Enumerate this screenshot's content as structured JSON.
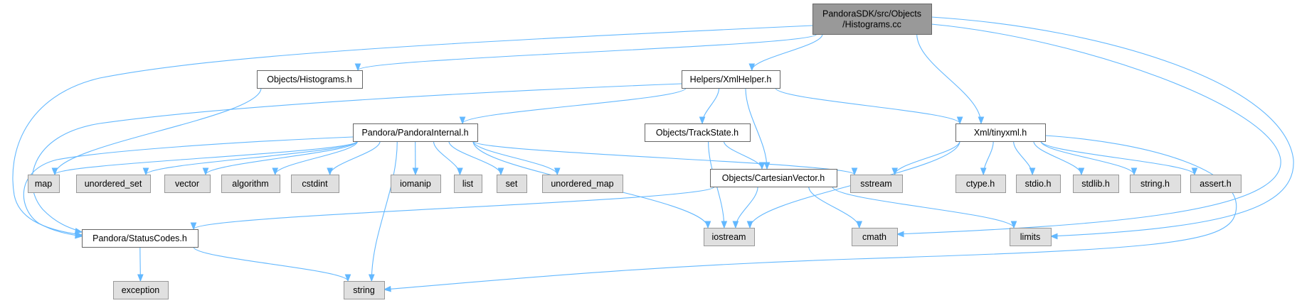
{
  "diagram": {
    "type": "include-dependency-graph",
    "colors": {
      "edge": "#63b8ff",
      "root_fill": "#999999",
      "root_stroke": "#666666",
      "local_fill": "#ffffff",
      "local_stroke": "#666666",
      "system_fill": "#e0e0e0",
      "system_stroke": "#999999"
    },
    "nodes": [
      {
        "id": "root",
        "kind": "root",
        "lines": [
          "PandoraSDK/src/Objects",
          "/Histograms.cc"
        ]
      },
      {
        "id": "objects-histograms-h",
        "kind": "local",
        "lines": [
          "Objects/Histograms.h"
        ]
      },
      {
        "id": "helpers-xmlhelper-h",
        "kind": "local",
        "lines": [
          "Helpers/XmlHelper.h"
        ]
      },
      {
        "id": "pandora-pandorainternal-h",
        "kind": "local",
        "lines": [
          "Pandora/PandoraInternal.h"
        ]
      },
      {
        "id": "objects-trackstate-h",
        "kind": "local",
        "lines": [
          "Objects/TrackState.h"
        ]
      },
      {
        "id": "xml-tinyxml-h",
        "kind": "local",
        "lines": [
          "Xml/tinyxml.h"
        ]
      },
      {
        "id": "objects-cartesianvector-h",
        "kind": "local",
        "lines": [
          "Objects/CartesianVector.h"
        ]
      },
      {
        "id": "pandora-statuscodes-h",
        "kind": "local",
        "lines": [
          "Pandora/StatusCodes.h"
        ]
      },
      {
        "id": "map",
        "kind": "system",
        "lines": [
          "map"
        ]
      },
      {
        "id": "unordered-set",
        "kind": "system",
        "lines": [
          "unordered_set"
        ]
      },
      {
        "id": "vector",
        "kind": "system",
        "lines": [
          "vector"
        ]
      },
      {
        "id": "algorithm",
        "kind": "system",
        "lines": [
          "algorithm"
        ]
      },
      {
        "id": "cstdint",
        "kind": "system",
        "lines": [
          "cstdint"
        ]
      },
      {
        "id": "iomanip",
        "kind": "system",
        "lines": [
          "iomanip"
        ]
      },
      {
        "id": "list",
        "kind": "system",
        "lines": [
          "list"
        ]
      },
      {
        "id": "set",
        "kind": "system",
        "lines": [
          "set"
        ]
      },
      {
        "id": "unordered-map",
        "kind": "system",
        "lines": [
          "unordered_map"
        ]
      },
      {
        "id": "sstream",
        "kind": "system",
        "lines": [
          "sstream"
        ]
      },
      {
        "id": "ctype-h",
        "kind": "system",
        "lines": [
          "ctype.h"
        ]
      },
      {
        "id": "stdio-h",
        "kind": "system",
        "lines": [
          "stdio.h"
        ]
      },
      {
        "id": "stdlib-h",
        "kind": "system",
        "lines": [
          "stdlib.h"
        ]
      },
      {
        "id": "string-h",
        "kind": "system",
        "lines": [
          "string.h"
        ]
      },
      {
        "id": "assert-h",
        "kind": "system",
        "lines": [
          "assert.h"
        ]
      },
      {
        "id": "iostream",
        "kind": "system",
        "lines": [
          "iostream"
        ]
      },
      {
        "id": "cmath",
        "kind": "system",
        "lines": [
          "cmath"
        ]
      },
      {
        "id": "limits",
        "kind": "system",
        "lines": [
          "limits"
        ]
      },
      {
        "id": "exception",
        "kind": "system",
        "lines": [
          "exception"
        ]
      },
      {
        "id": "string",
        "kind": "system",
        "lines": [
          "string"
        ]
      }
    ],
    "edges": [
      [
        "root",
        "objects-histograms-h"
      ],
      [
        "root",
        "helpers-xmlhelper-h"
      ],
      [
        "root",
        "xml-tinyxml-h"
      ],
      [
        "root",
        "pandora-statuscodes-h"
      ],
      [
        "root",
        "cmath"
      ],
      [
        "root",
        "limits"
      ],
      [
        "objects-histograms-h",
        "map"
      ],
      [
        "helpers-xmlhelper-h",
        "pandora-pandorainternal-h"
      ],
      [
        "helpers-xmlhelper-h",
        "objects-trackstate-h"
      ],
      [
        "helpers-xmlhelper-h",
        "objects-cartesianvector-h"
      ],
      [
        "helpers-xmlhelper-h",
        "xml-tinyxml-h"
      ],
      [
        "helpers-xmlhelper-h",
        "pandora-statuscodes-h"
      ],
      [
        "pandora-pandorainternal-h",
        "map"
      ],
      [
        "pandora-pandorainternal-h",
        "unordered-set"
      ],
      [
        "pandora-pandorainternal-h",
        "vector"
      ],
      [
        "pandora-pandorainternal-h",
        "algorithm"
      ],
      [
        "pandora-pandorainternal-h",
        "cstdint"
      ],
      [
        "pandora-pandorainternal-h",
        "iomanip"
      ],
      [
        "pandora-pandorainternal-h",
        "list"
      ],
      [
        "pandora-pandorainternal-h",
        "set"
      ],
      [
        "pandora-pandorainternal-h",
        "unordered-map"
      ],
      [
        "pandora-pandorainternal-h",
        "sstream"
      ],
      [
        "pandora-pandorainternal-h",
        "iostream"
      ],
      [
        "pandora-pandorainternal-h",
        "string"
      ],
      [
        "pandora-pandorainternal-h",
        "pandora-statuscodes-h"
      ],
      [
        "objects-trackstate-h",
        "objects-cartesianvector-h"
      ],
      [
        "objects-trackstate-h",
        "iostream"
      ],
      [
        "xml-tinyxml-h",
        "sstream"
      ],
      [
        "xml-tinyxml-h",
        "ctype-h"
      ],
      [
        "xml-tinyxml-h",
        "stdio-h"
      ],
      [
        "xml-tinyxml-h",
        "stdlib-h"
      ],
      [
        "xml-tinyxml-h",
        "string-h"
      ],
      [
        "xml-tinyxml-h",
        "assert-h"
      ],
      [
        "xml-tinyxml-h",
        "iostream"
      ],
      [
        "xml-tinyxml-h",
        "string"
      ],
      [
        "objects-cartesianvector-h",
        "pandora-statuscodes-h"
      ],
      [
        "objects-cartesianvector-h",
        "iostream"
      ],
      [
        "objects-cartesianvector-h",
        "cmath"
      ],
      [
        "objects-cartesianvector-h",
        "limits"
      ],
      [
        "pandora-statuscodes-h",
        "exception"
      ],
      [
        "pandora-statuscodes-h",
        "string"
      ]
    ]
  }
}
